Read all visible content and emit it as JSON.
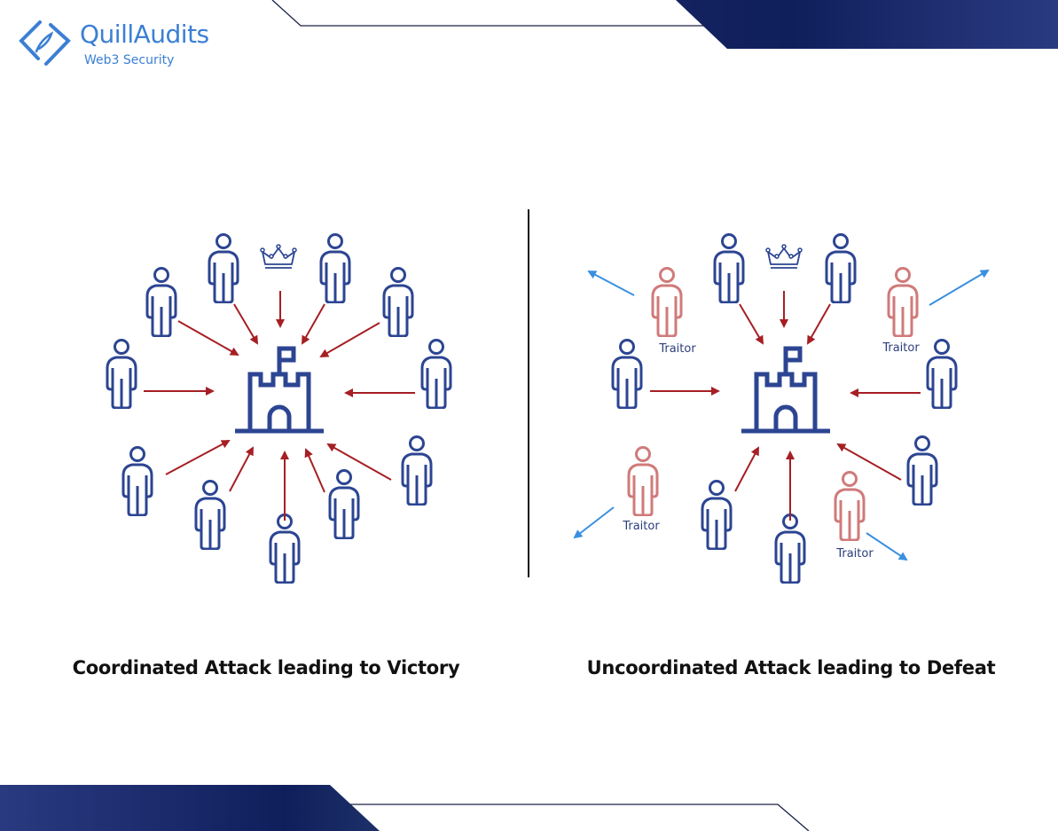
{
  "logo": {
    "title": "QuillAudits",
    "subtitle": "Web3 Security"
  },
  "left_panel": {
    "caption": "Coordinated Attack leading to Victory"
  },
  "right_panel": {
    "caption": "Uncoordinated Attack leading to Defeat",
    "traitor_labels": [
      "Traitor",
      "Traitor",
      "Traitor",
      "Traitor"
    ]
  },
  "colors": {
    "person": "#2c4592",
    "traitor": "#d07a7a",
    "attack_arrow": "#a51f24",
    "flee_arrow": "#3a8fe0",
    "brand": "#3b7fd4",
    "banner": "#1a2866"
  }
}
